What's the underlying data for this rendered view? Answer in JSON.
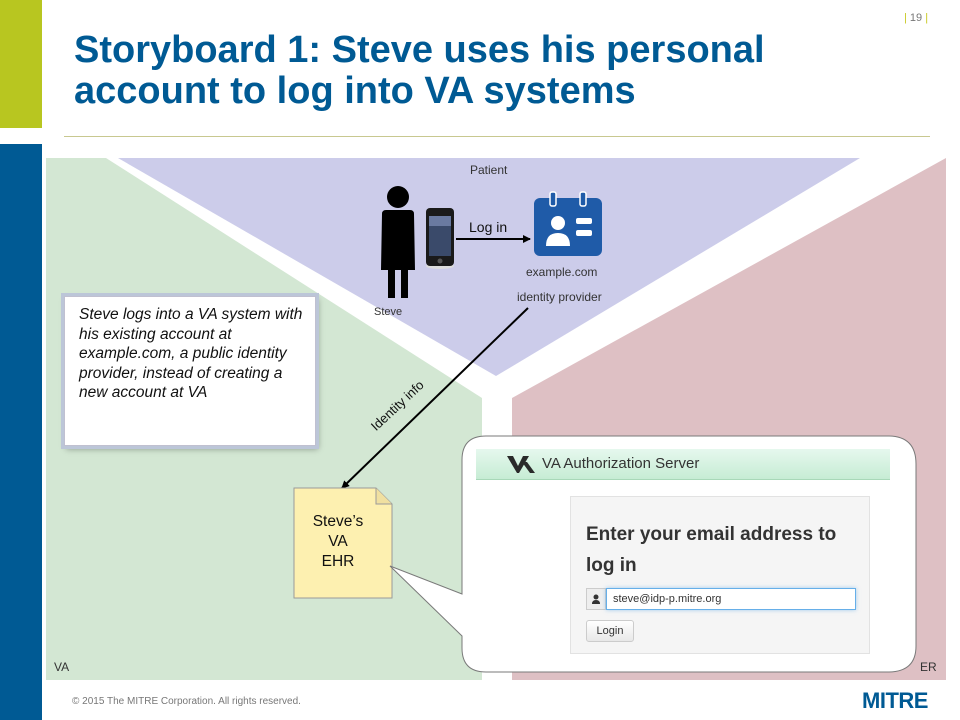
{
  "slide": {
    "title": "Storyboard 1: Steve uses his personal account to log into VA systems",
    "page_number": "19"
  },
  "regions": {
    "patient": "Patient",
    "va": "VA",
    "er": "ER"
  },
  "diagram": {
    "person_name": "Steve",
    "login_label": "Log in",
    "idp_name": "example.com",
    "idp_role": "identity provider",
    "identity_label": "Identity info",
    "description": "Steve logs into a VA system with his existing account at example.com, a public identity provider, instead of creating a new account at VA",
    "ehr_line1": "Steve’s",
    "ehr_line2": "VA",
    "ehr_line3": "EHR"
  },
  "auth_server": {
    "title": "VA Authorization Server",
    "heading": "Enter your email address to log in",
    "email_value": "steve@idp-p.mitre.org",
    "login_button": "Login"
  },
  "footer": {
    "copyright": "© 2015 The MITRE Corporation. All rights reserved.",
    "logo_text": "MITRE"
  },
  "colors": {
    "brand_blue": "#005a94",
    "accent_green": "#b8c620",
    "patient_region": "#ccccea",
    "va_region": "#d3e7d3",
    "er_region": "#dec0c4",
    "ehr_note": "#fdf0b0"
  }
}
